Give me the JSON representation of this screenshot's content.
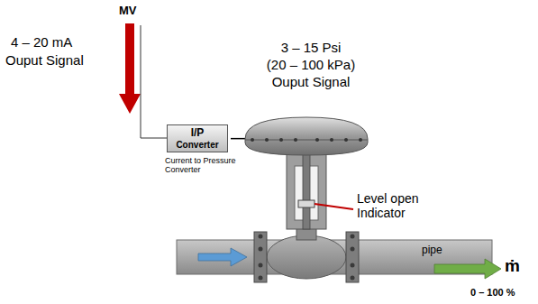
{
  "diagram": {
    "nodes": [
      {
        "text": [
          "I/P",
          "Converter"
        ]
      }
    ],
    "labels": [
      "MV",
      "4 – 20 mA",
      "Ouput Signal",
      "3 – 15 Psi",
      "(20 – 100 kPa)",
      "Ouput Signal",
      "Current to Pressure Converter",
      "Level open Indicator",
      "pipe",
      "ṁ",
      "0 – 100 %"
    ]
  }
}
